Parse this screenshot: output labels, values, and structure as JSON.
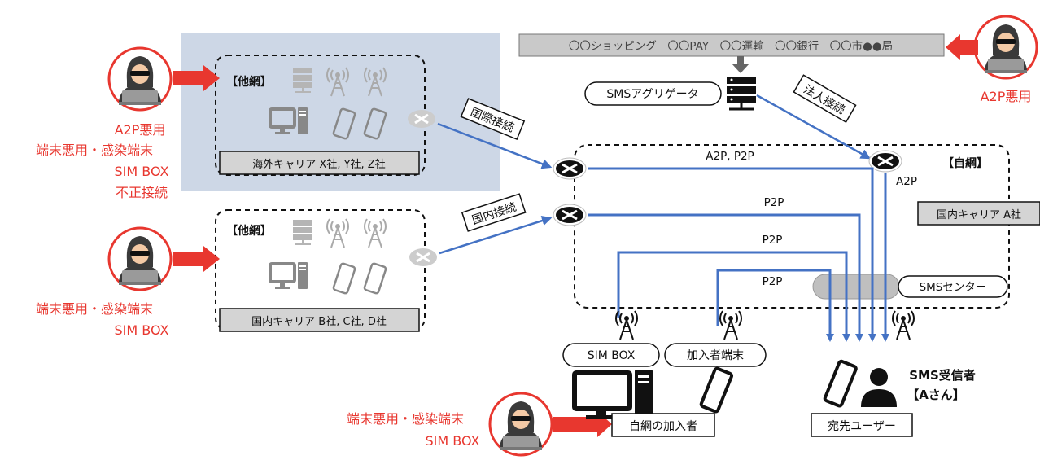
{
  "attackers": {
    "top_left": [
      "A2P悪用",
      "端末悪用・感染端末",
      "SIM BOX",
      "不正接続"
    ],
    "mid_left": [
      "端末悪用・感染端末",
      "SIM BOX"
    ],
    "bottom": [
      "端末悪用・感染端末",
      "SIM BOX"
    ],
    "top_right": "A2P悪用"
  },
  "other_networks": {
    "label": "【他網】",
    "overseas": "海外キャリア X社, Y社, Z社",
    "domestic": "国内キャリア B社, C社, D社"
  },
  "enterprises": "〇〇ショッピング　〇〇PAY　〇〇運輸　〇〇銀行　〇〇市●●局",
  "aggregator": "SMSアグリゲータ",
  "connections": {
    "international": "国際接続",
    "domestic": "国内接続",
    "corporate": "法人接続"
  },
  "own_network": {
    "label": "【自網】",
    "carrier": "国内キャリア A社",
    "sms_center": "SMSセンター"
  },
  "routes": {
    "a2p_p2p": "A2P, P2P",
    "p2p_1": "P2P",
    "p2p_2": "P2P",
    "p2p_3": "P2P",
    "a2p": "A2P"
  },
  "subscribers": {
    "sim_box": "SIM BOX",
    "terminal": "加入者端末",
    "own_subscriber": "自網の加入者"
  },
  "recipient": {
    "title": "SMS受信者",
    "name": "【Aさん】",
    "box": "宛先ユーザー"
  }
}
